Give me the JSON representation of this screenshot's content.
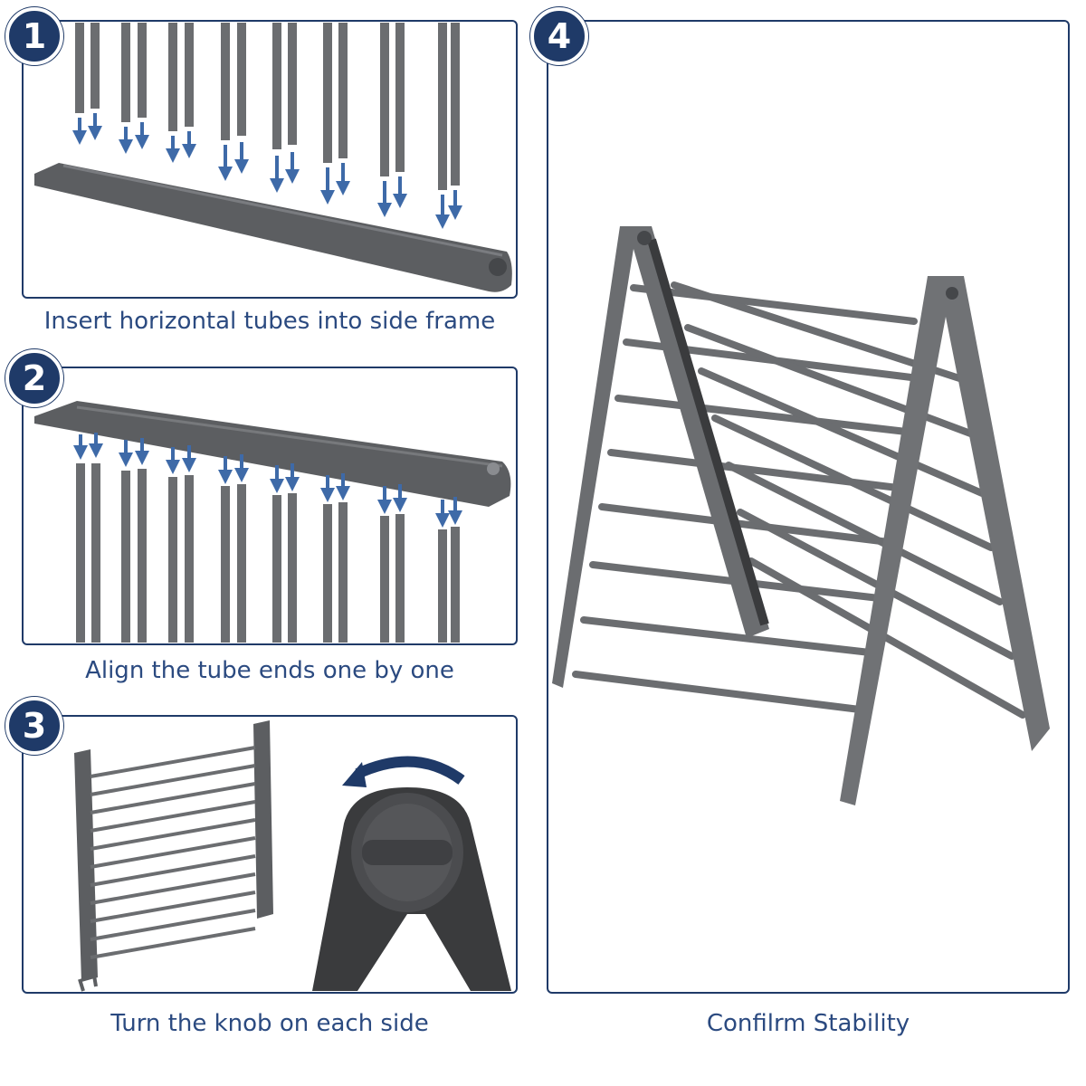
{
  "steps": [
    {
      "number": "1",
      "caption": "Insert horizontal tubes into side frame"
    },
    {
      "number": "2",
      "caption": "Align the tube ends one by one"
    },
    {
      "number": "3",
      "caption": "Turn the knob on each side"
    },
    {
      "number": "4",
      "caption": "Confilrm Stability"
    }
  ],
  "colors": {
    "accent": "#1f3a68",
    "caption": "#2b4a80",
    "arrow": "#3e6aa8",
    "tube": "#6b6d70",
    "frame": "#5c5e61",
    "knob": "#3a3b3d"
  },
  "icons": [
    "down-arrow-icon",
    "rotate-arrow-icon"
  ]
}
